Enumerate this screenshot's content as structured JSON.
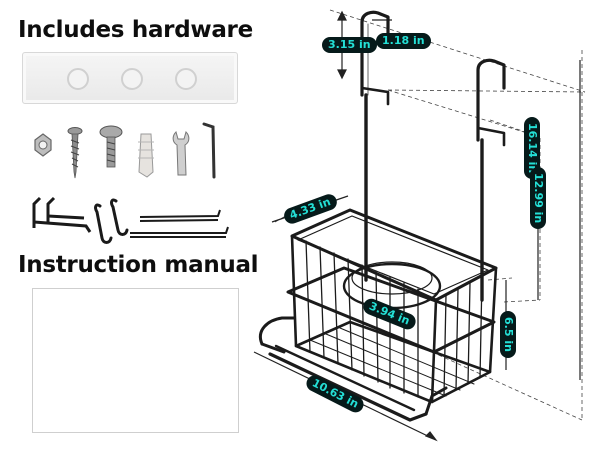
{
  "headings": {
    "hardware": "Includes hardware",
    "manual": "Instruction manual"
  },
  "dimensions": {
    "hook_gap": "3.15 in",
    "hook_width": "1.18 in",
    "total_height": "16.14 in",
    "hook_to_base": "12.99 in",
    "basket_depth": "4.33 in",
    "inner_ring": "3.94 in",
    "basket_height": "6.5 in",
    "rack_width": "10.63 in"
  },
  "colors": {
    "dim_tag_bg": "#061a1a",
    "dim_tag_text": "#24e0d6",
    "metal": "#1b1b1b"
  },
  "icons": [
    "adhesive-plate-icon",
    "nut-icon",
    "wood-screw-icon",
    "machine-screw-icon",
    "wall-anchor-icon",
    "wrench-icon",
    "hex-key-icon",
    "bracket-icon",
    "s-hook-icon",
    "towel-bar-icon"
  ]
}
